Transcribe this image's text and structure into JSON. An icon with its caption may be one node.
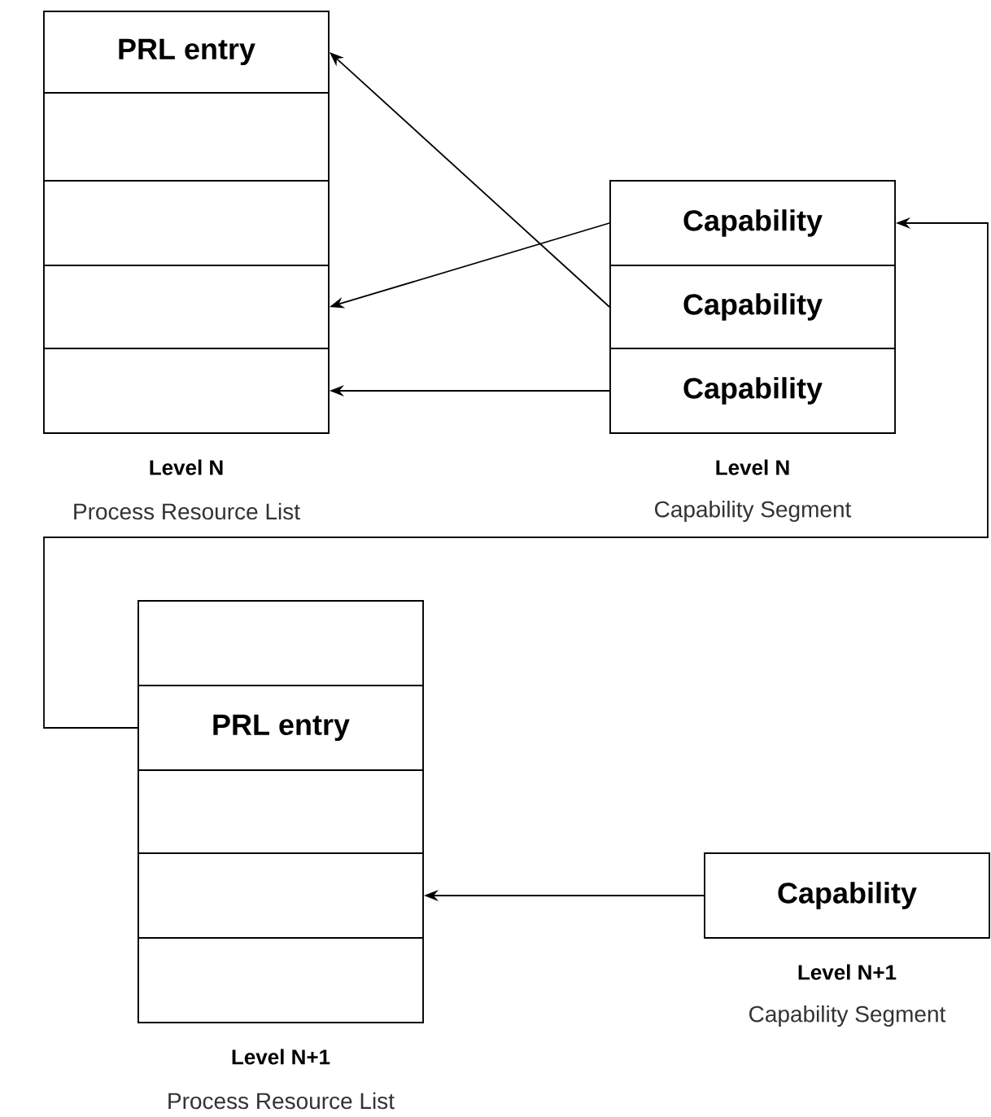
{
  "diagram": {
    "nodes": [
      {
        "text": [],
        "shape": "box",
        "beside": [
          "Level N",
          "Process Resource List"
        ]
      },
      {
        "text": [
          "PRL entry"
        ],
        "in": 0
      },
      {
        "text": [],
        "shape": "box",
        "in": 0
      },
      {
        "text": [],
        "shape": "box",
        "in": 0
      },
      {
        "text": [],
        "shape": "box",
        "in": 0
      },
      {
        "text": [],
        "shape": "box",
        "in": 0
      },
      {
        "text": [],
        "shape": "box",
        "beside": [
          "Level N",
          "Capability Segment"
        ]
      },
      {
        "text": [
          "Capability"
        ],
        "in": 6
      },
      {
        "text": [
          "Capability"
        ],
        "in": 6
      },
      {
        "text": [
          "Capability"
        ],
        "in": 6
      },
      {
        "text": [],
        "shape": "box",
        "beside": [
          "Level N+1",
          "Process Resource List"
        ]
      },
      {
        "text": [],
        "shape": "box",
        "in": 10
      },
      {
        "text": [
          "PRL entry"
        ],
        "in": 10
      },
      {
        "text": [],
        "shape": "box",
        "in": 10
      },
      {
        "text": [],
        "shape": "box",
        "in": 10
      },
      {
        "text": [],
        "shape": "box",
        "in": 10
      },
      {
        "text": [
          "Capability"
        ],
        "beside": [
          "Level N+1",
          "Capability Segment"
        ]
      }
    ],
    "edges": [
      {
        "from": 8,
        "to": 1,
        "arrow": "to"
      },
      {
        "from": 7,
        "to": 4,
        "arrow": "to"
      },
      {
        "from": 9,
        "to": 5,
        "arrow": "to"
      },
      {
        "from": 12,
        "to": 7,
        "arrow": "to"
      },
      {
        "from": 16,
        "to": 14,
        "arrow": "to"
      }
    ]
  }
}
